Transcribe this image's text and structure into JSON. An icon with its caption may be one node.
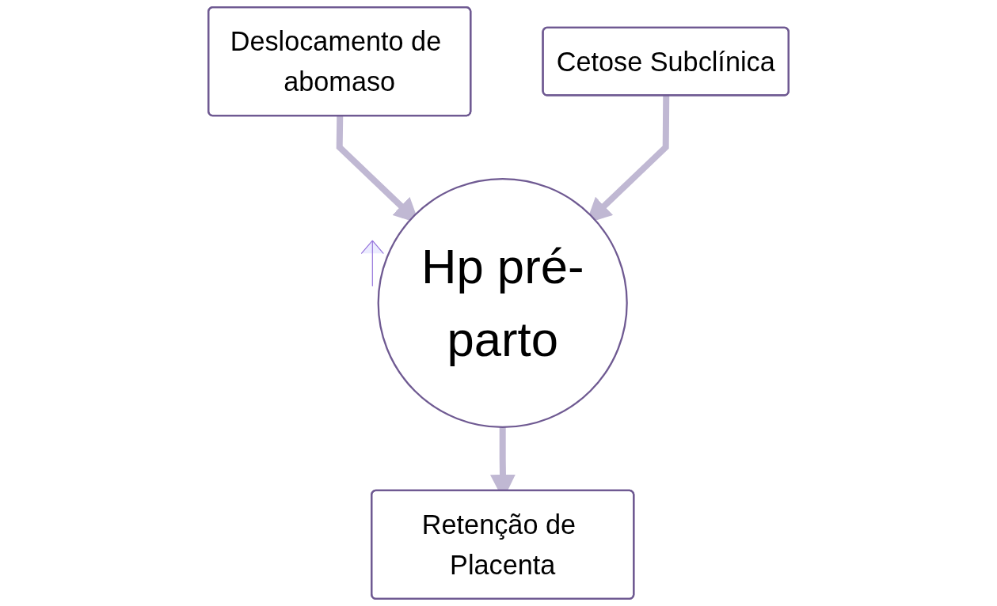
{
  "diagram": {
    "nodes": [
      {
        "text": [
          "Hp pré-parto"
        ]
      },
      {
        "text": [
          "Deslocamento de abomaso"
        ]
      },
      {
        "text": [
          "Retenção de Placenta"
        ]
      },
      {
        "text": [
          "Cetose Subclínica"
        ]
      }
    ],
    "edges": [
      {
        "from": 1,
        "to": 0,
        "arrow": "to"
      },
      {
        "from": 0,
        "to": 2,
        "arrow": "to"
      },
      {
        "from": 3,
        "to": 0,
        "arrow": "to"
      }
    ]
  }
}
